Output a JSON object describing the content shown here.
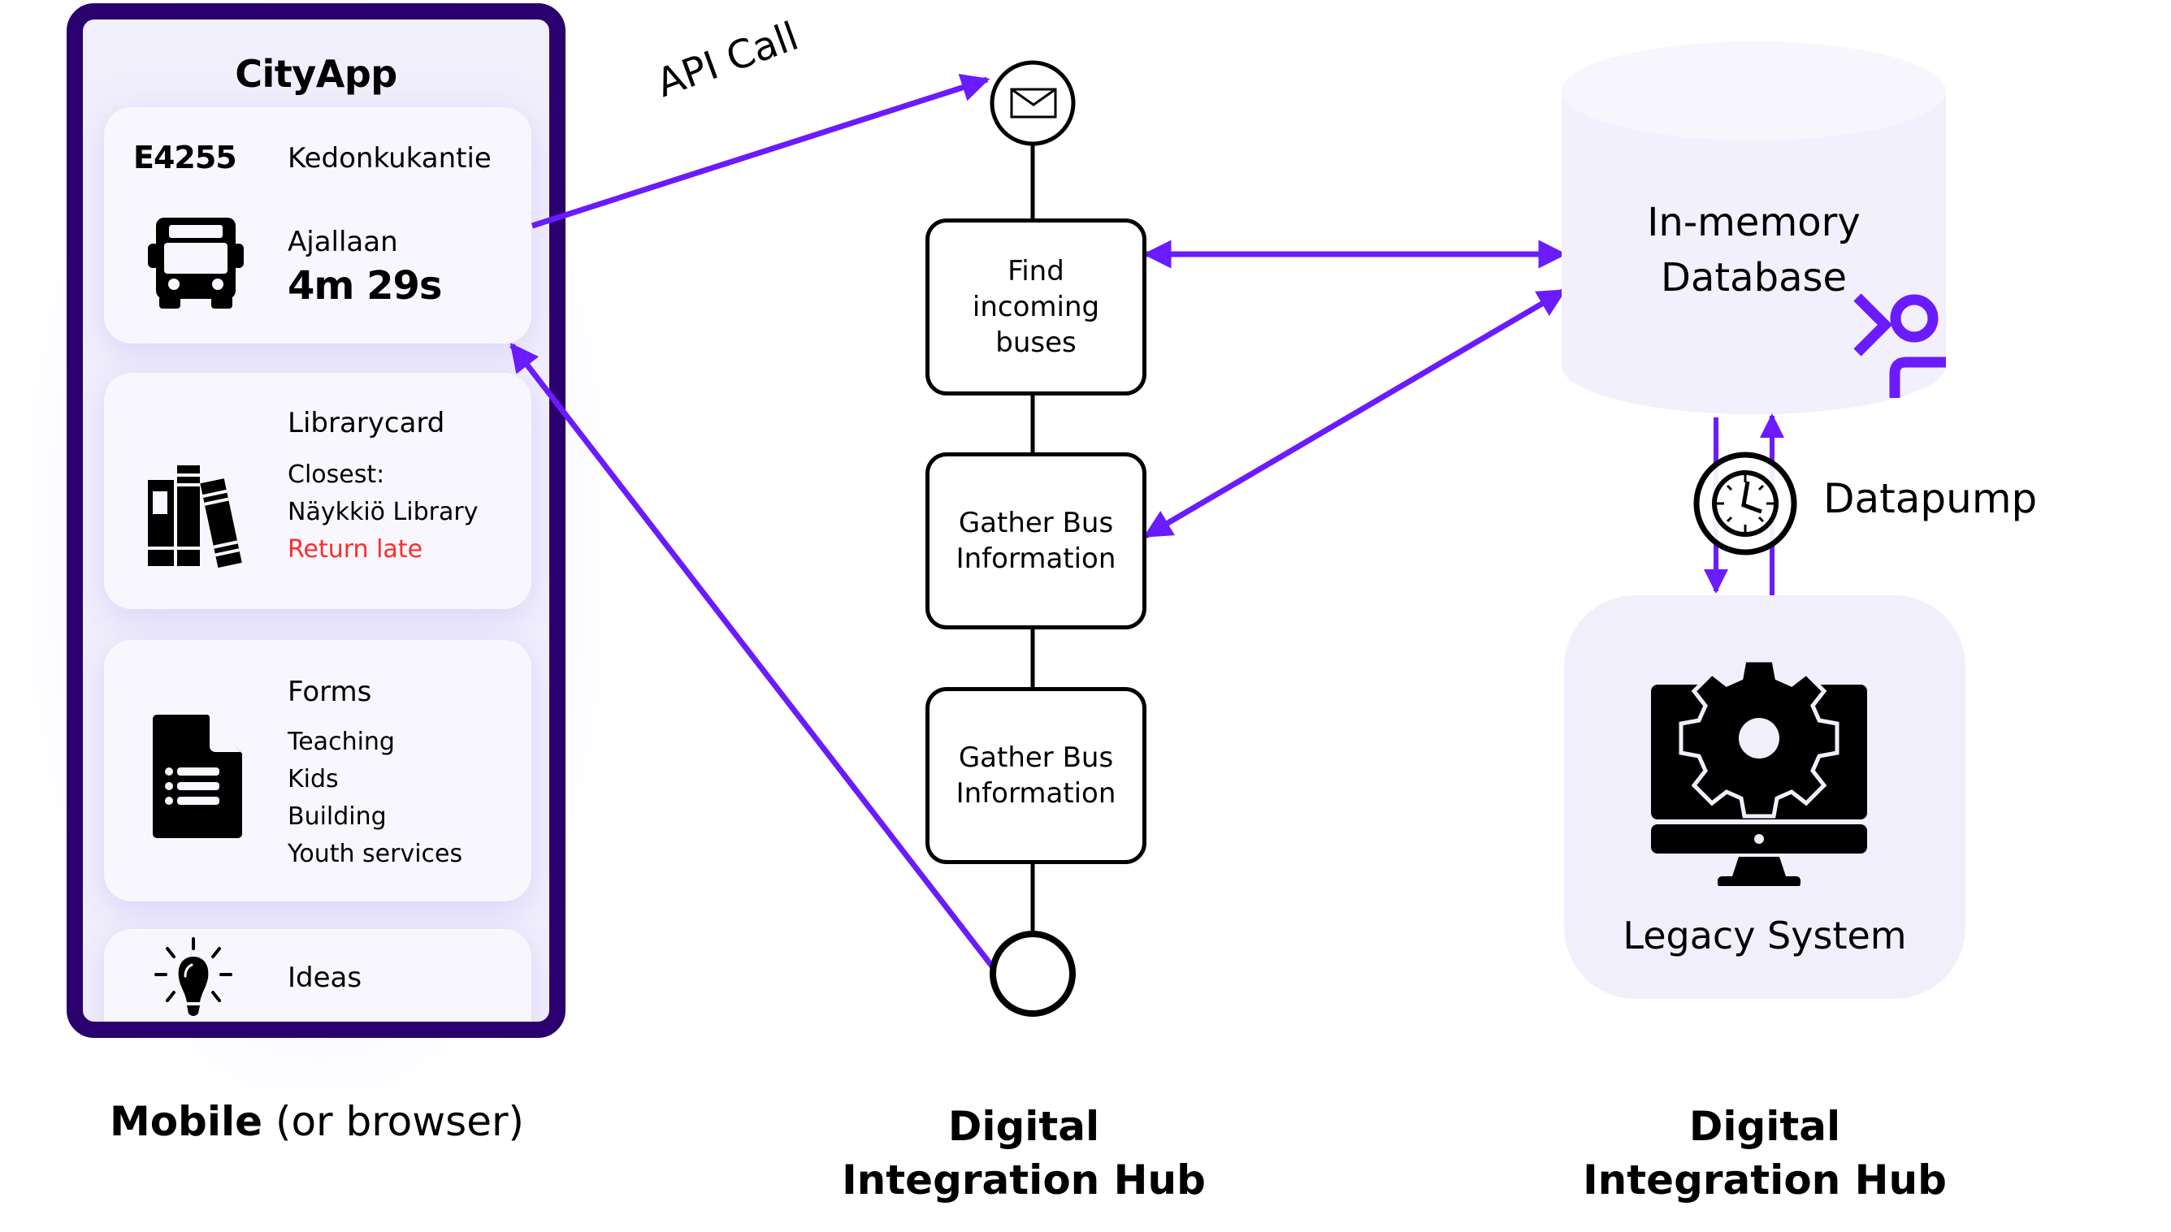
{
  "colors": {
    "accent": "#6a1bff",
    "phone_frame": "#2a006e",
    "panel_bg": "#f1effc",
    "card_bg": "#f8f7fe",
    "alert": "#ff2b2b"
  },
  "mobile": {
    "app_title": "CityApp",
    "cards": [
      {
        "icon": "bus-icon",
        "stop_code": "E4255",
        "stop_name": "Kedonkukantie",
        "status_label": "Ajallaan",
        "eta": "4m 29s"
      },
      {
        "icon": "books-icon",
        "title": "Librarycard",
        "lines": [
          "Closest:",
          "Näykkiö Library"
        ],
        "alert": "Return late"
      },
      {
        "icon": "form-document-icon",
        "title": "Forms",
        "lines": [
          "Teaching",
          "Kids",
          "Building",
          "Youth services"
        ]
      },
      {
        "icon": "lightbulb-icon",
        "title": "Ideas"
      }
    ],
    "caption_bold": "Mobile",
    "caption_rest": " (or browser)"
  },
  "connections": {
    "api_call_label": "API Call"
  },
  "hub_flow": {
    "start_event_icon": "envelope-icon",
    "tasks": [
      {
        "lines": [
          "Find",
          "incoming",
          "buses"
        ]
      },
      {
        "lines": [
          "Gather Bus",
          "Information"
        ]
      },
      {
        "lines": [
          "Gather Bus",
          "Information"
        ]
      }
    ],
    "end_event": "end-event",
    "caption_line1": "Digital",
    "caption_line2": "Integration Hub"
  },
  "backend": {
    "database_line1": "In-memory",
    "database_line2": "Database",
    "datapump_label": "Datapump",
    "legacy_label": "Legacy System",
    "caption_line1": "Digital",
    "caption_line2": "Integration Hub"
  }
}
